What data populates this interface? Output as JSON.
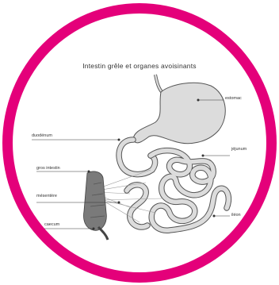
{
  "diagram": {
    "title": "Intestin grêle et organes avoisinants",
    "labels": {
      "estomac": "estomac",
      "duodenum": "duodénum",
      "gros_intestin": "gros intestin",
      "jejunum": "jéjunum",
      "mesentere": "mésentère",
      "ileon": "iléon",
      "caecum": "caecum"
    }
  },
  "colors": {
    "frame": "#e4007a",
    "organ_fill": "#dcdcdc",
    "organ_stroke": "#555555",
    "dark_tissue": "#7a7a7a",
    "leader_line": "#333333"
  }
}
